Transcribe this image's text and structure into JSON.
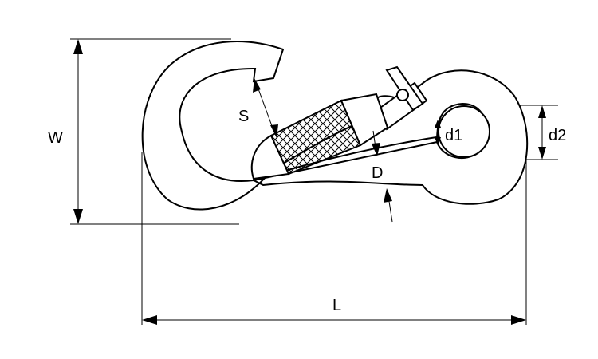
{
  "labels": {
    "width": "W",
    "length": "L",
    "gap": "S",
    "wire_diameter": "D",
    "eye_inner_diameter": "d1",
    "eye_outer_diameter": "d2"
  },
  "colors": {
    "line": "#000000",
    "background": "#ffffff"
  }
}
